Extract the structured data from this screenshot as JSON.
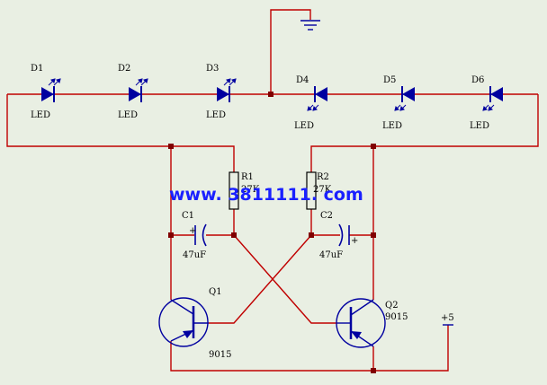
{
  "colors": {
    "background": "#e9efe3",
    "wire": "#c00000",
    "component": "#0000a0",
    "junction": "#800000",
    "text": "#000000",
    "watermark": "#1a20ff"
  },
  "leds": [
    {
      "ref": "D1",
      "type": "LED"
    },
    {
      "ref": "D2",
      "type": "LED"
    },
    {
      "ref": "D3",
      "type": "LED"
    },
    {
      "ref": "D4",
      "type": "LED"
    },
    {
      "ref": "D5",
      "type": "LED"
    },
    {
      "ref": "D6",
      "type": "LED"
    }
  ],
  "resistors": [
    {
      "ref": "R1",
      "value": "27K"
    },
    {
      "ref": "R2",
      "value": "27K"
    }
  ],
  "capacitors": [
    {
      "ref": "C1",
      "value": "47uF",
      "polarity": "+"
    },
    {
      "ref": "C2",
      "value": "47uF",
      "polarity": "+"
    }
  ],
  "transistors": [
    {
      "ref": "Q1",
      "model": "9015"
    },
    {
      "ref": "Q2",
      "model": "9015"
    }
  ],
  "power": {
    "label": "+5"
  },
  "ground": {
    "icon": "ground-icon"
  },
  "watermark": {
    "text": "www. 3811111. com"
  }
}
